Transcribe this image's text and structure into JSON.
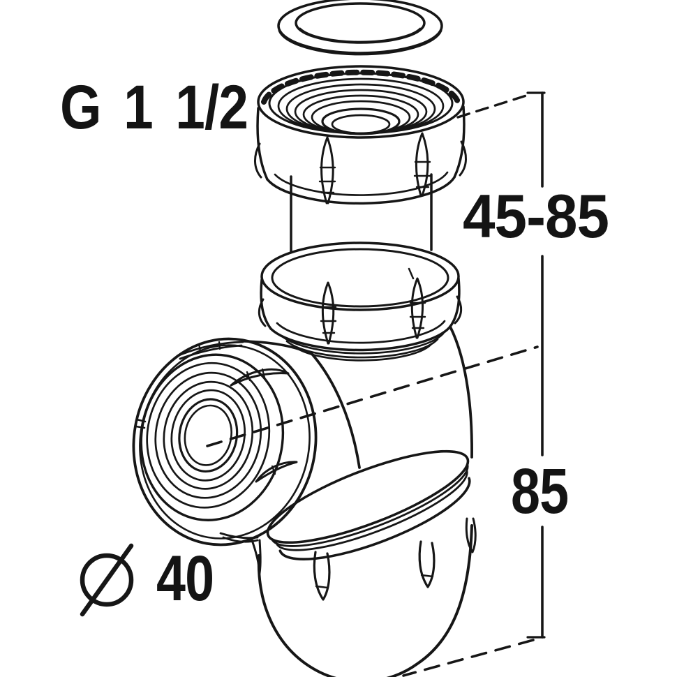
{
  "colors": {
    "background": "#ffffff",
    "ink": "#161616",
    "text": "#141414"
  },
  "drawing": {
    "kind": "technical-line-drawing",
    "subject": "bottle trap exploded view with dimension lines"
  },
  "labels": {
    "thread_size": "G 1 1/2",
    "adjustable_range": "45-85",
    "trap_height": "85",
    "outlet_diameter_value": "40"
  },
  "icons": {
    "diameter_symbol": "diameter-icon (circle with slash, ⌀)"
  }
}
